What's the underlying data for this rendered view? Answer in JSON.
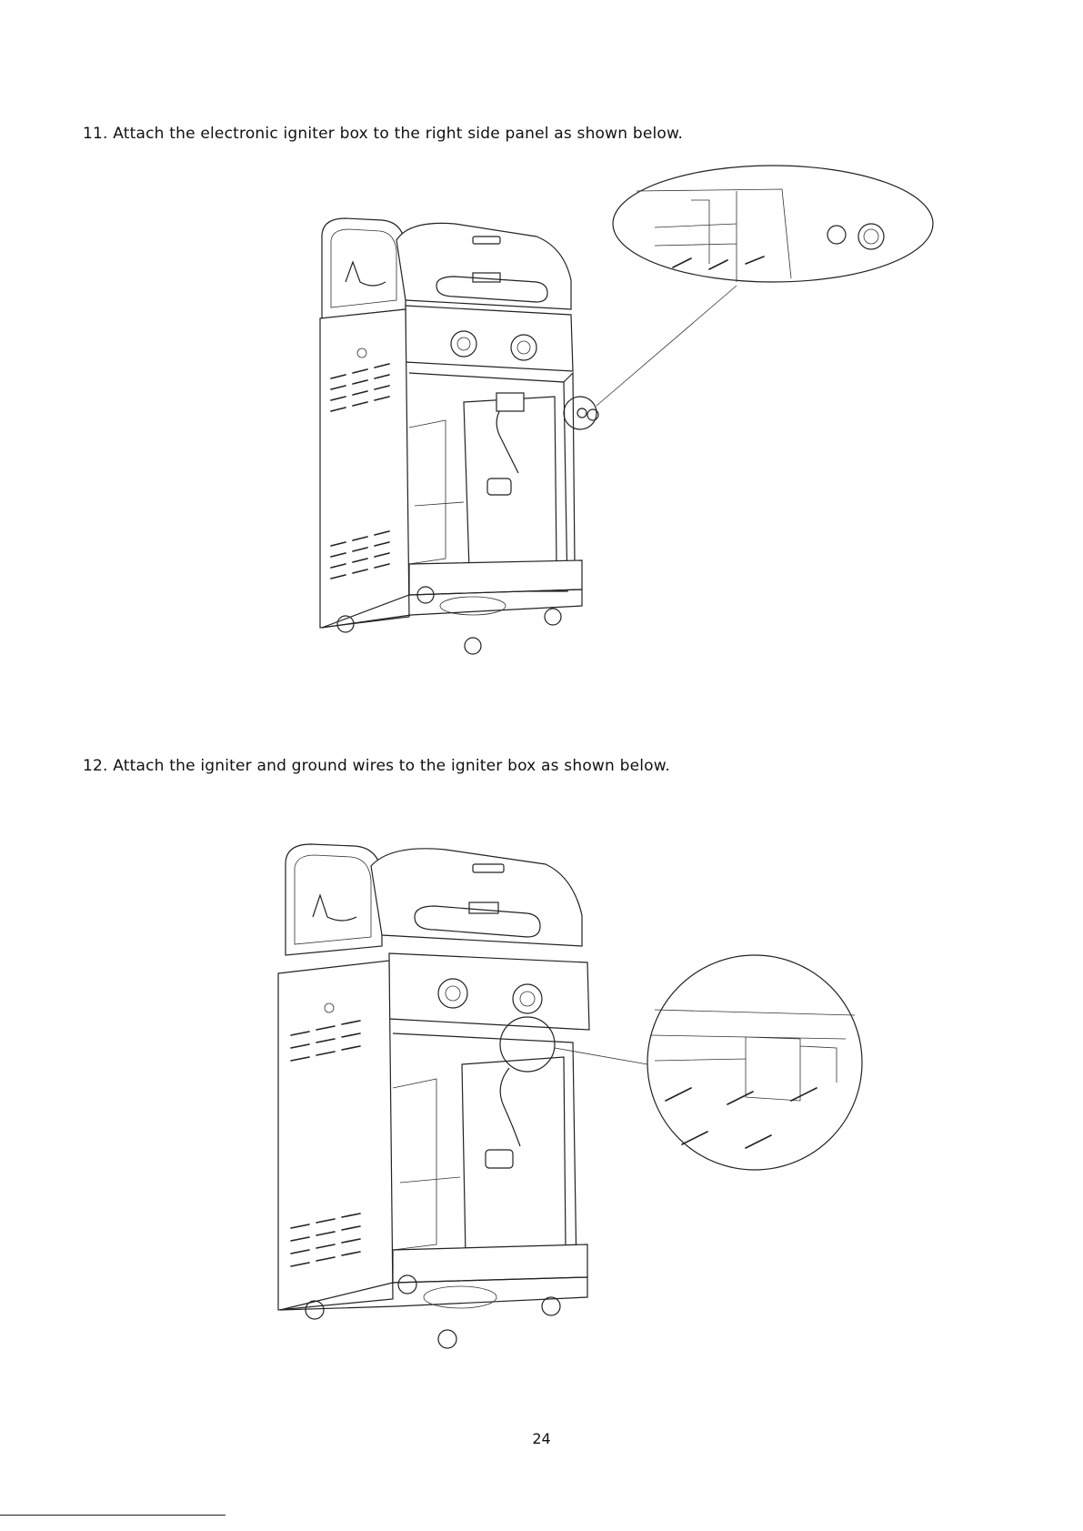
{
  "steps": [
    {
      "text": "11. Attach the electronic igniter box to the right side panel as shown below."
    },
    {
      "text": "12. Attach the igniter and ground wires to the igniter box as shown below."
    }
  ],
  "figures": [
    {
      "icon": "grill-assembly-igniter-box-illustration"
    },
    {
      "icon": "grill-assembly-igniter-wires-illustration"
    }
  ],
  "page_number": "24"
}
